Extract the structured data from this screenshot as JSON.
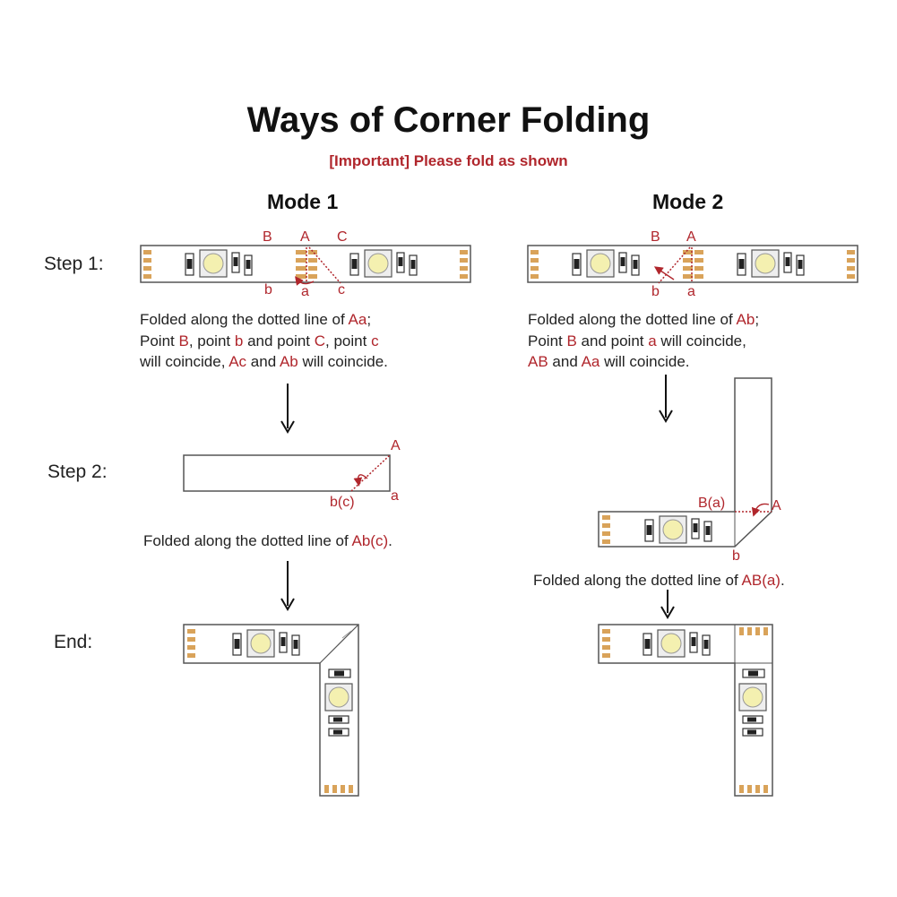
{
  "title": "Ways of Corner Folding",
  "subtitle": "[Important] Please fold as shown",
  "steps": {
    "step1": "Step 1:",
    "step2": "Step 2:",
    "end": "End:"
  },
  "mode1": {
    "heading": "Mode 1",
    "step1_labels": {
      "B": "B",
      "A": "A",
      "C": "C",
      "b": "b",
      "a": "a",
      "c": "c"
    },
    "step1_desc": {
      "l1_t1": "Folded along the dotted line of ",
      "l1_r1": "Aa",
      "l1_t2": ";",
      "l2_t1": "Point ",
      "l2_r1": "B",
      "l2_t2": ", point ",
      "l2_r2": "b",
      "l2_t3": " and point ",
      "l2_r3": "C",
      "l2_t4": ", point ",
      "l2_r4": "c",
      "l3_t1": "will coincide, ",
      "l3_r1": "Ac",
      "l3_t2": " and ",
      "l3_r2": "Ab",
      "l3_t3": " will coincide."
    },
    "step2_labels": {
      "A": "A",
      "bc": "b(c)",
      "a": "a"
    },
    "step2_desc": {
      "t1": "Folded along the dotted line of ",
      "r1": "Ab(c)",
      "t2": "."
    }
  },
  "mode2": {
    "heading": "Mode 2",
    "step1_labels": {
      "B": "B",
      "A": "A",
      "b": "b",
      "a": "a"
    },
    "step1_desc": {
      "l1_t1": "Folded along the dotted line of ",
      "l1_r1": "Ab",
      "l1_t2": ";",
      "l2_t1": "Point ",
      "l2_r1": "B",
      "l2_t2": " and point ",
      "l2_r2": "a",
      "l2_t3": " will coincide,",
      "l3_r1": "AB",
      "l3_t1": " and ",
      "l3_r2": "Aa",
      "l3_t2": " will coincide."
    },
    "step2_labels": {
      "Ba": "B(a)",
      "A": "A",
      "b": "b"
    },
    "step2_desc": {
      "t1": "Folded along the dotted line of ",
      "r1": "AB(a)",
      "t2": "."
    }
  },
  "colors": {
    "accent_red": "#b0262c",
    "pad_gold": "#d9a35a",
    "strip_outline": "#555555",
    "led_yellow": "#f4f0b0"
  }
}
